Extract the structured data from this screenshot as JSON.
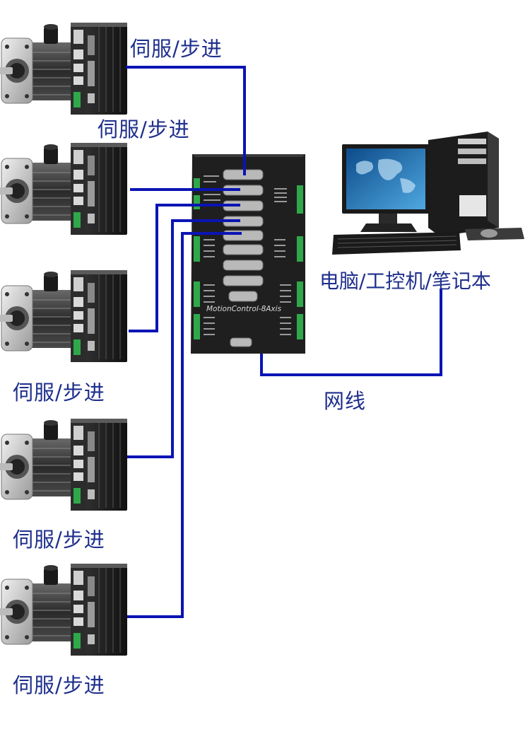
{
  "colors": {
    "cable": "#0a14b4",
    "label": "#1e2f8c",
    "board": "#1c1c1c",
    "terminal": "#2fa84a"
  },
  "drives": [
    {
      "label": "伺服/步进"
    },
    {
      "label": "伺服/步进"
    },
    {
      "label": "伺服/步进"
    },
    {
      "label": "伺服/步进"
    },
    {
      "label": "伺服/步进"
    }
  ],
  "controller": {
    "model": "MotionControl-8Axis"
  },
  "computer": {
    "label": "电脑/工控机/笔记本"
  },
  "network": {
    "label": "网线"
  }
}
